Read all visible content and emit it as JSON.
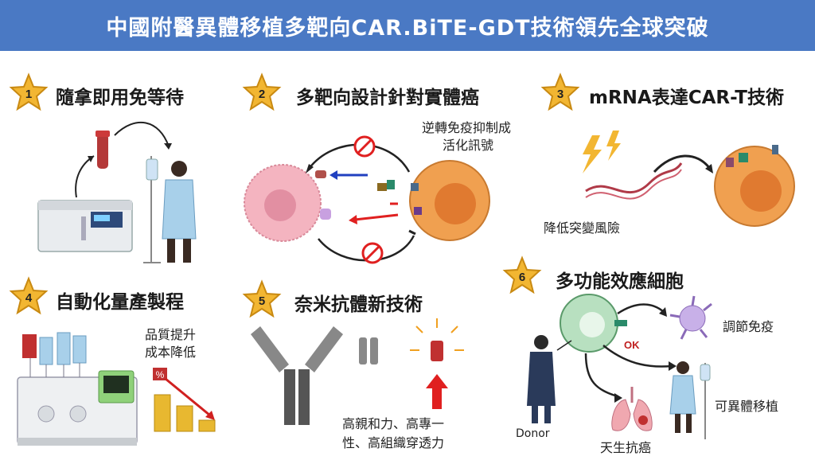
{
  "title": "中國附醫異體移植多靶向CAR.BiTE-GDT技術領先全球突破",
  "sections": [
    {
      "num": "1",
      "title": "隨拿即用免等待"
    },
    {
      "num": "2",
      "title": "多靶向設計針對實體癌"
    },
    {
      "num": "3",
      "title": "mRNA表達CAR-T技術"
    },
    {
      "num": "4",
      "title": "自動化量產製程"
    },
    {
      "num": "5",
      "title": "奈米抗體新技術"
    },
    {
      "num": "6",
      "title": "多功能效應細胞"
    }
  ],
  "labels": {
    "reverse_line1": "逆轉免疫抑制成",
    "reverse_line2": "活化訊號",
    "reduce_risk": "降低突變風險",
    "quality_line1": "品質提升",
    "quality_line2": "成本降低",
    "percent_sign": "%",
    "nano_line1": "高親和力、高專一",
    "nano_line2": "性、高組織穿透力",
    "modulate_immunity": "調節免疫",
    "ok": "OK",
    "allo_transplant": "可異體移植",
    "donor": "Donor",
    "natural_anticancer": "天生抗癌"
  },
  "colors": {
    "banner": "#4a79c4",
    "star": "#f2b632",
    "cell_orange": "#f0a050",
    "cell_pink": "#f4b4c0",
    "arrow_red": "#e02020",
    "arrow_blue": "#2040c0"
  }
}
